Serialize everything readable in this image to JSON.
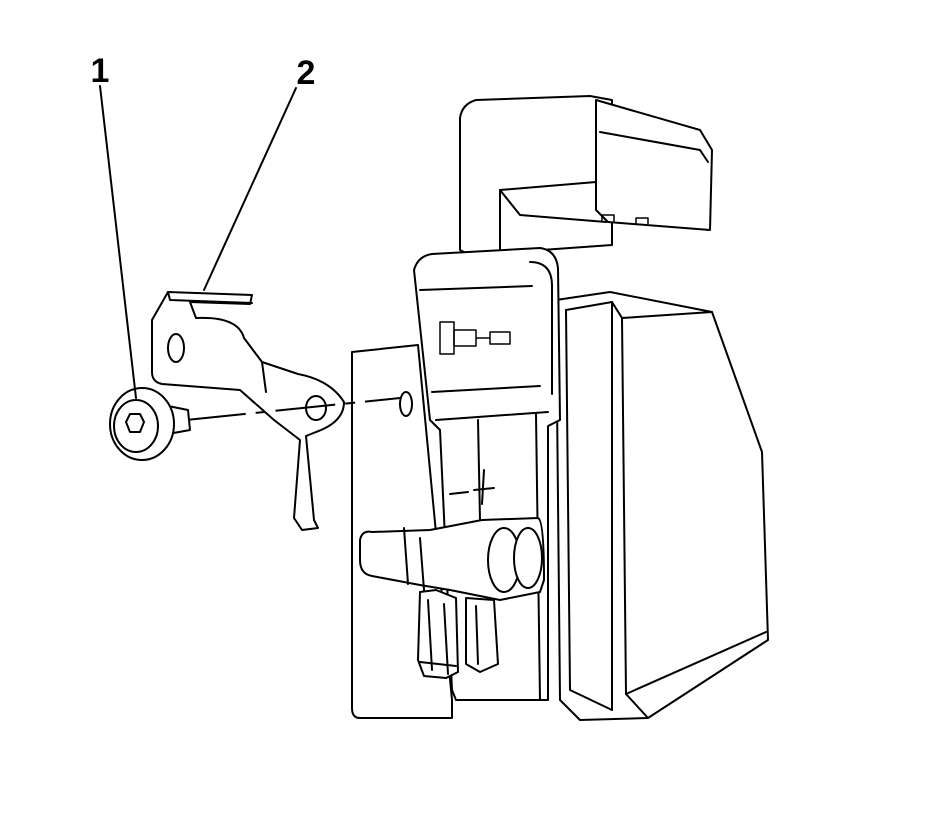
{
  "callouts": [
    {
      "id": "1",
      "label": "1",
      "part": "bolt"
    },
    {
      "id": "2",
      "label": "2",
      "part": "bracket"
    }
  ],
  "colors": {
    "line": "#000000",
    "background": "#ffffff"
  }
}
